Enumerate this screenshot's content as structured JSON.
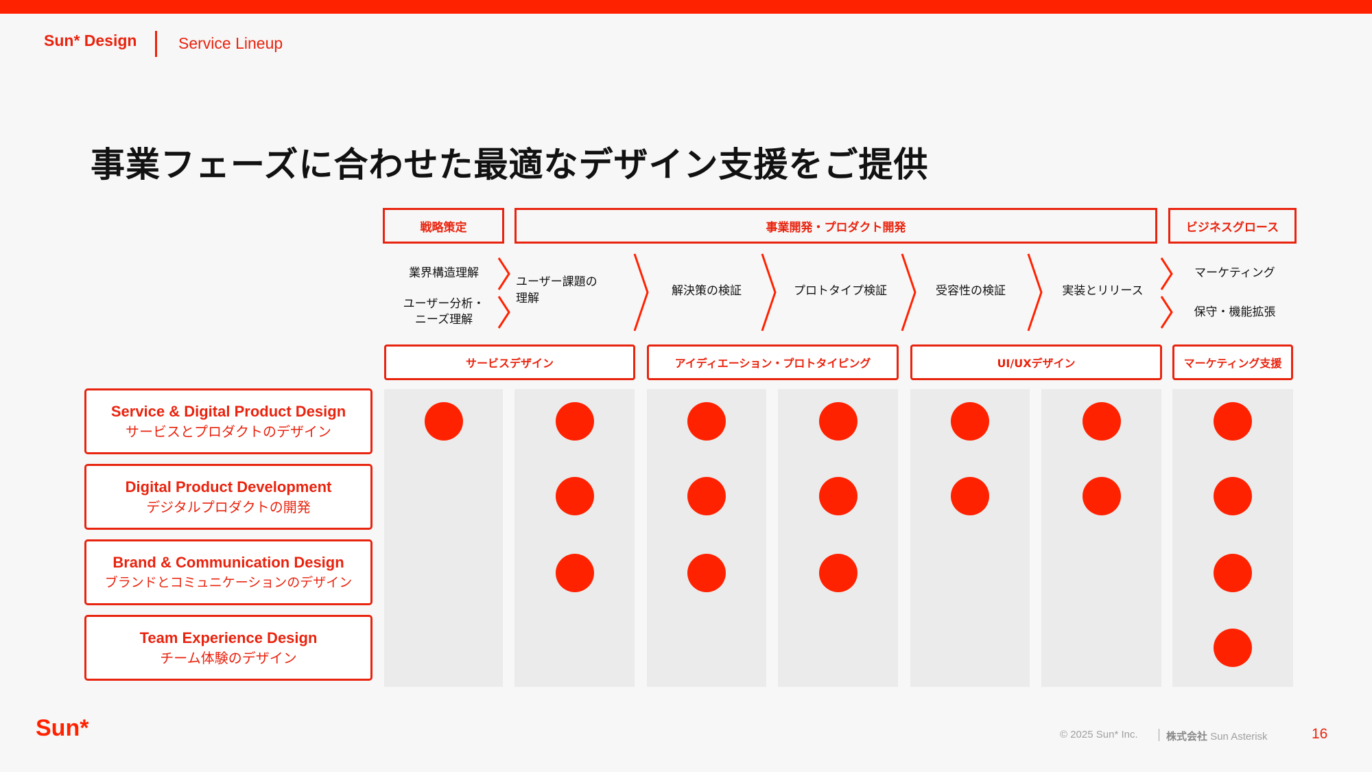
{
  "header": {
    "brand": "Sun* Design",
    "section": "Service Lineup"
  },
  "title": "事業フェーズに合わせた最適なデザイン支援をご提供",
  "colors": {
    "accent": "#ff2200",
    "accent_text": "#e8230e",
    "column_bg": "#ebebeb",
    "page_bg": "#f7f7f7"
  },
  "phases": [
    {
      "label": "戦略策定"
    },
    {
      "label": "事業開発・プロダクト開発"
    },
    {
      "label": "ビジネスグロース"
    }
  ],
  "steps": [
    {
      "label": "業界構造理解"
    },
    {
      "label": "ユーザー分析・\nニーズ理解"
    },
    {
      "label": "ユーザー課題の\n理解"
    },
    {
      "label": "解決策の検証"
    },
    {
      "label": "プロトタイプ検証"
    },
    {
      "label": "受容性の検証"
    },
    {
      "label": "実装とリリース"
    },
    {
      "label": "マーケティング"
    },
    {
      "label": "保守・機能拡張"
    }
  ],
  "categories": [
    {
      "label": "サービスデザイン"
    },
    {
      "label": "アイディエーション・プロトタイピング"
    },
    {
      "label": "UI/UXデザイン"
    },
    {
      "label": "マーケティング支援"
    }
  ],
  "services": [
    {
      "en": "Service & Digital Product Design",
      "ja": "サービスとプロダクトのデザイン",
      "coverage": [
        1,
        1,
        1,
        1,
        1,
        1,
        1
      ]
    },
    {
      "en": "Digital Product Development",
      "ja": "デジタルプロダクトの開発",
      "coverage": [
        0,
        1,
        1,
        1,
        1,
        1,
        1
      ]
    },
    {
      "en": "Brand & Communication Design",
      "ja": "ブランドとコミュニケーションのデザイン",
      "coverage": [
        0,
        1,
        1,
        1,
        0,
        0,
        1
      ]
    },
    {
      "en": "Team Experience Design",
      "ja": "チーム体験のデザイン",
      "coverage": [
        0,
        0,
        0,
        0,
        0,
        0,
        1
      ]
    }
  ],
  "footer": {
    "logo": "Sun*",
    "copyright": "© 2025 Sun* Inc.",
    "company_ja": "株式会社",
    "company_en": "Sun Asterisk",
    "page_number": "16"
  }
}
